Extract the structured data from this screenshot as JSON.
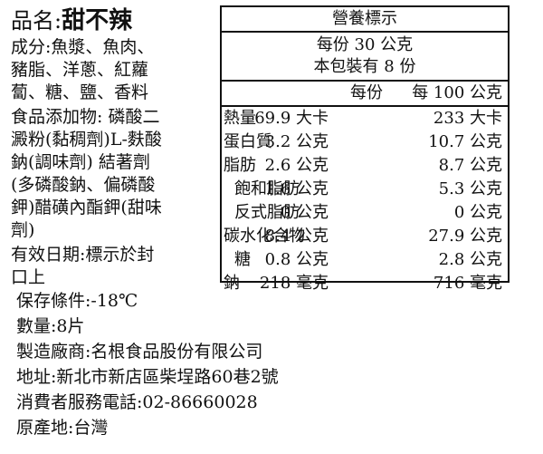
{
  "product": {
    "name_label": "品名:",
    "name_value": "甜不辣"
  },
  "ingredients": [
    "成分:魚漿、魚肉、",
    "豬脂、洋蔥、紅蘿",
    "蔔、糖、鹽、香料"
  ],
  "additives": [
    "食品添加物: 磷酸二",
    "澱粉(黏稠劑)L-麩酸",
    "鈉(調味劑) 結著劑",
    "(多磷酸鈉、偏磷酸",
    "鉀)醋磺內酯鉀(甜味",
    "劑)"
  ],
  "expiry": [
    "有效日期:標示於封",
    "口上"
  ],
  "info": [
    "保存條件:-18℃",
    "數量:8片",
    "製造廠商:名根食品股份有限公司",
    "地址:新北市新店區柴埕路60巷2號",
    "消費者服務電話:02-86660028",
    "原產地:台灣"
  ],
  "nutrition": {
    "title": "營養標示",
    "serving_size": "每份 30 公克",
    "servings": "本包裝有 8 份",
    "col_per_serving": "每份",
    "col_per_100g": "每 100 公克",
    "rows": [
      {
        "label": "熱量",
        "per": "69.9 大卡",
        "per100": "233 大卡",
        "indent": false
      },
      {
        "label": "蛋白質",
        "per": "3.2 公克",
        "per100": "10.7 公克",
        "indent": false
      },
      {
        "label": "脂肪",
        "per": "2.6 公克",
        "per100": "8.7 公克",
        "indent": false
      },
      {
        "label": "飽和脂肪",
        "per": "1.6 公克",
        "per100": "5.3 公克",
        "indent": true
      },
      {
        "label": "反式脂肪",
        "per": "0 公克",
        "per100": "0 公克",
        "indent": true
      },
      {
        "label": "碳水化合物",
        "per": "8.4 公克",
        "per100": "27.9 公克",
        "indent": false
      },
      {
        "label": "糖",
        "per": "0.8 公克",
        "per100": "2.8 公克",
        "indent": true
      },
      {
        "label": "鈉",
        "per": "218 毫克",
        "per100": "716 毫克",
        "indent": false
      }
    ]
  }
}
